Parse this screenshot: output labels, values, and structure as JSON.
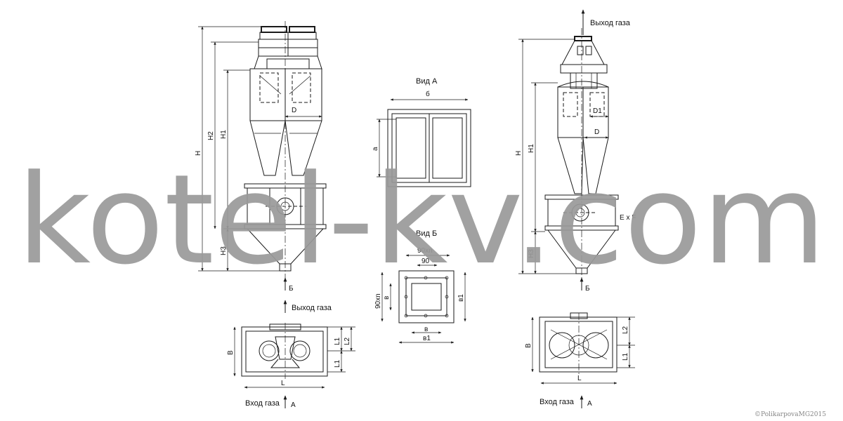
{
  "watermark": "kotel-kv.com",
  "copyright": "©PolikarpovaMG2015",
  "labels": {
    "gas_out": "Выход газа",
    "gas_in": "Вход газа",
    "view_a": "Вид А",
    "view_b": "Вид Б",
    "arrow_a": "А",
    "arrow_b": "Б",
    "exf": "E x F"
  },
  "dims": {
    "H": "H",
    "H1": "H1",
    "H2": "H2",
    "H3": "H3",
    "D": "D",
    "D1": "D1",
    "a": "а",
    "b6": "б",
    "nx90": "90xn",
    "n90": "90",
    "v": "в",
    "v1": "в1",
    "B": "B",
    "L": "L",
    "L1": "L1",
    "L2": "L2"
  }
}
